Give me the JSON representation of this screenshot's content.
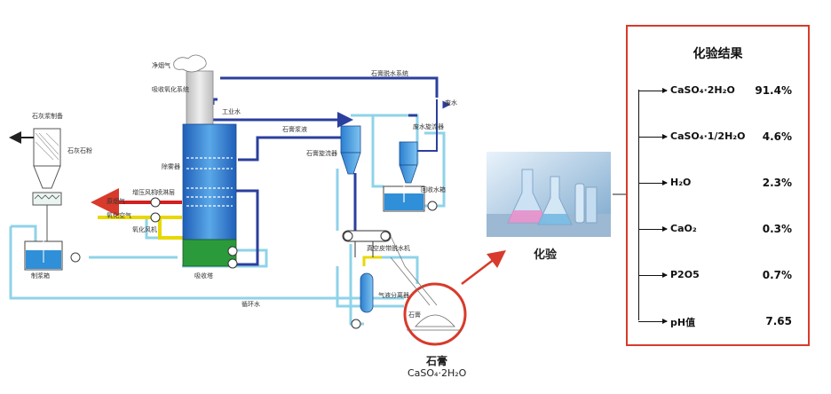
{
  "process_labels": {
    "top_gas": "净烟气",
    "absorb_oxidize": "吸收氧化系统",
    "gypsum_dewater_system": "石膏脱水系统",
    "limestone_prep": "石灰浆制备",
    "limestone": "石灰石粉",
    "process_water": "工业水",
    "demister": "除雾器",
    "spray_layer": "喷淋层",
    "gypsum_slurry": "石膏浆液",
    "gypsum_cyclone": "石膏旋流器",
    "waste_water": "废水",
    "waste_cyclone": "废水旋流器",
    "reclaim_tank": "回收水箱",
    "booster_fan": "增压风机",
    "raw_flue_gas": "原烟气",
    "oxidation_air": "氧化空气",
    "oxidation_fan": "氧化风机",
    "vacuum_belt": "真空皮带脱水机",
    "gas_liquid_separator": "气液分离器",
    "slurry_tank": "制浆箱",
    "absorber": "吸收塔",
    "circulating_water": "循环水",
    "gypsum_small": "石膏"
  },
  "gypsum": {
    "title": "石膏",
    "formula": "CaSO₄·2H₂O"
  },
  "lab": {
    "label": "化验"
  },
  "results": {
    "title": "化验结果",
    "rows": [
      {
        "name": "CaSO₄·2H₂O",
        "value": "91.4%"
      },
      {
        "name": "CaSO₄·1/2H₂O",
        "value": "4.6%"
      },
      {
        "name": "H₂O",
        "value": "2.3%"
      },
      {
        "name": "CaO₂",
        "value": "0.3%"
      },
      {
        "name": "P2O5",
        "value": "0.7%"
      },
      {
        "name": "pH值",
        "value": "7.65"
      }
    ]
  },
  "colors": {
    "highlight_red": "#d83a2b",
    "pipe_blue": "#2b3f9e",
    "pipe_light": "#8fd3e8",
    "tower_blue": "#2f7fd0",
    "slurry_green": "#2a9a3a",
    "flue_red": "#d31f1f",
    "air_yellow": "#e8d800"
  }
}
